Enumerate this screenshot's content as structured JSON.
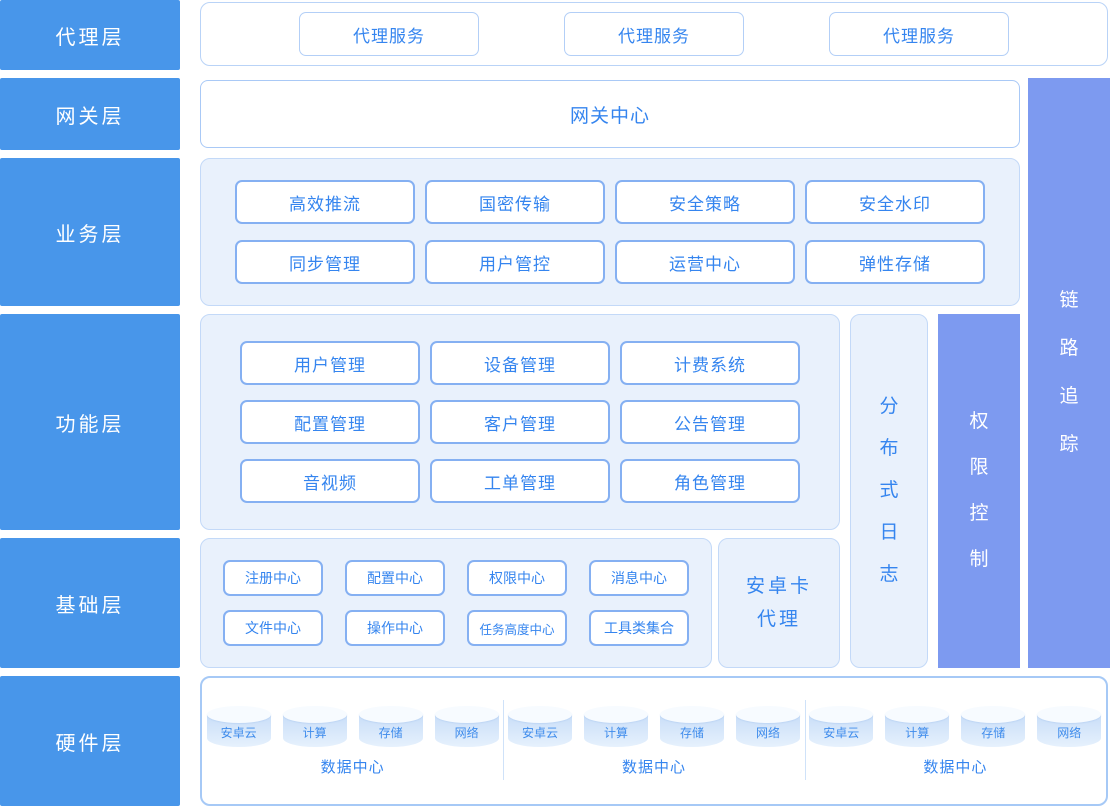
{
  "layers": {
    "agent": {
      "label": "代理层",
      "services": [
        "代理服务",
        "代理服务",
        "代理服务"
      ]
    },
    "gateway": {
      "label": "网关层",
      "center": "网关中心"
    },
    "business": {
      "label": "业务层",
      "items": [
        "高效推流",
        "国密传输",
        "安全策略",
        "安全水印",
        "同步管理",
        "用户管控",
        "运营中心",
        "弹性存储"
      ]
    },
    "function": {
      "label": "功能层",
      "items": [
        "用户管理",
        "设备管理",
        "计费系统",
        "配置管理",
        "客户管理",
        "公告管理",
        "音视频",
        "工单管理",
        "角色管理"
      ]
    },
    "foundation": {
      "label": "基础层",
      "items": [
        "注册中心",
        "配置中心",
        "权限中心",
        "消息中心",
        "文件中心",
        "操作中心",
        "任务高度中心",
        "工具类集合"
      ],
      "android_proxy": "安卓卡\n代理"
    },
    "hardware": {
      "label": "硬件层",
      "datacenters": [
        {
          "nodes": [
            "安卓云",
            "计算",
            "存储",
            "网络"
          ],
          "label": "数据中心"
        },
        {
          "nodes": [
            "安卓云",
            "计算",
            "存储",
            "网络"
          ],
          "label": "数据中心"
        },
        {
          "nodes": [
            "安卓云",
            "计算",
            "存储",
            "网络"
          ],
          "label": "数据中心"
        }
      ]
    }
  },
  "side_bars": {
    "distributed_log": "分布式日志",
    "permission_control": "权限控制",
    "link_tracing": "链路追踪"
  },
  "colors": {
    "layer_label_blue": "#4896ea",
    "accent_bar_blue": "#7d9af0",
    "panel_background": "#e9f1fc",
    "button_text_blue": "#3585ef",
    "button_border_blue": "#85b0f2"
  }
}
